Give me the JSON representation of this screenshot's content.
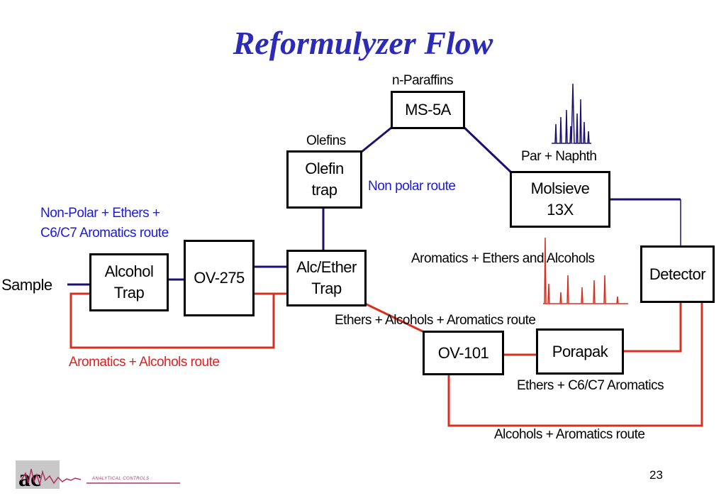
{
  "title": "Reformulyzer Flow",
  "boxes": {
    "ms5a": "MS-5A",
    "olefin_trap": "Olefin\ntrap",
    "molsieve": "Molsieve\n13X",
    "detector": "Detector",
    "alcohol_trap": "Alcohol\nTrap",
    "ov275": "OV-275",
    "alc_ether_trap": "Alc/Ether\nTrap",
    "ov101": "OV-101",
    "porapak": "Porapak"
  },
  "labels": {
    "n_paraffins": "n-Paraffins",
    "olefins": "Olefins",
    "par_naphth": "Par +  Naphth",
    "non_polar_route": "Non polar route",
    "non_polar_ethers_line1": "Non-Polar +  Ethers +",
    "non_polar_ethers_line2": "C6/C7 Aromatics route",
    "sample": "Sample",
    "aromatics_ethers_alcohols": "Aromatics +  Ethers and  Alcohols",
    "ethers_alcohols_aromatics_route": "Ethers +  Alcohols +  Aromatics route",
    "aromatics_alcohols_route": "Aromatics +  Alcohols route",
    "ethers_c6c7_aromatics": "Ethers +  C6/C7 Aromatics",
    "alcohols_aromatics_route": "Alcohols +  Aromatics route"
  },
  "page_number": "23",
  "logo_text": "ANALYTICAL CONTROLS",
  "colors": {
    "title": "#2b2bb8",
    "blue_route": "#1c1070",
    "red_route": "#d83020",
    "blue_label": "#1a1ae0",
    "red_label": "#e02020"
  }
}
